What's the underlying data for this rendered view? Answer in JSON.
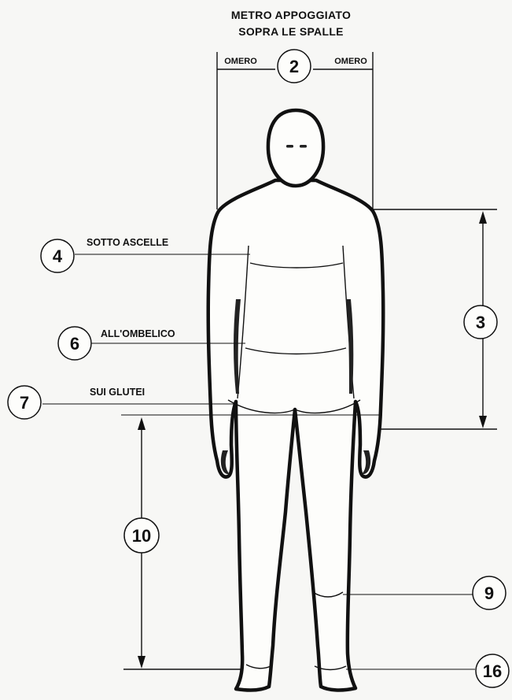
{
  "title": {
    "line1": "METRO APPOGGIATO",
    "line2": "SOPRA LE SPALLE"
  },
  "labels": {
    "omero_left": "OMERO",
    "omero_right": "OMERO",
    "sotto_ascelle": "SOTTO ASCELLE",
    "all_ombelico": "ALL'OMBELICO",
    "sui_glutei": "SUI GLUTEI"
  },
  "markers": {
    "m2": "2",
    "m3": "3",
    "m4": "4",
    "m6": "6",
    "m7": "7",
    "m9": "9",
    "m10": "10",
    "m16": "16"
  }
}
